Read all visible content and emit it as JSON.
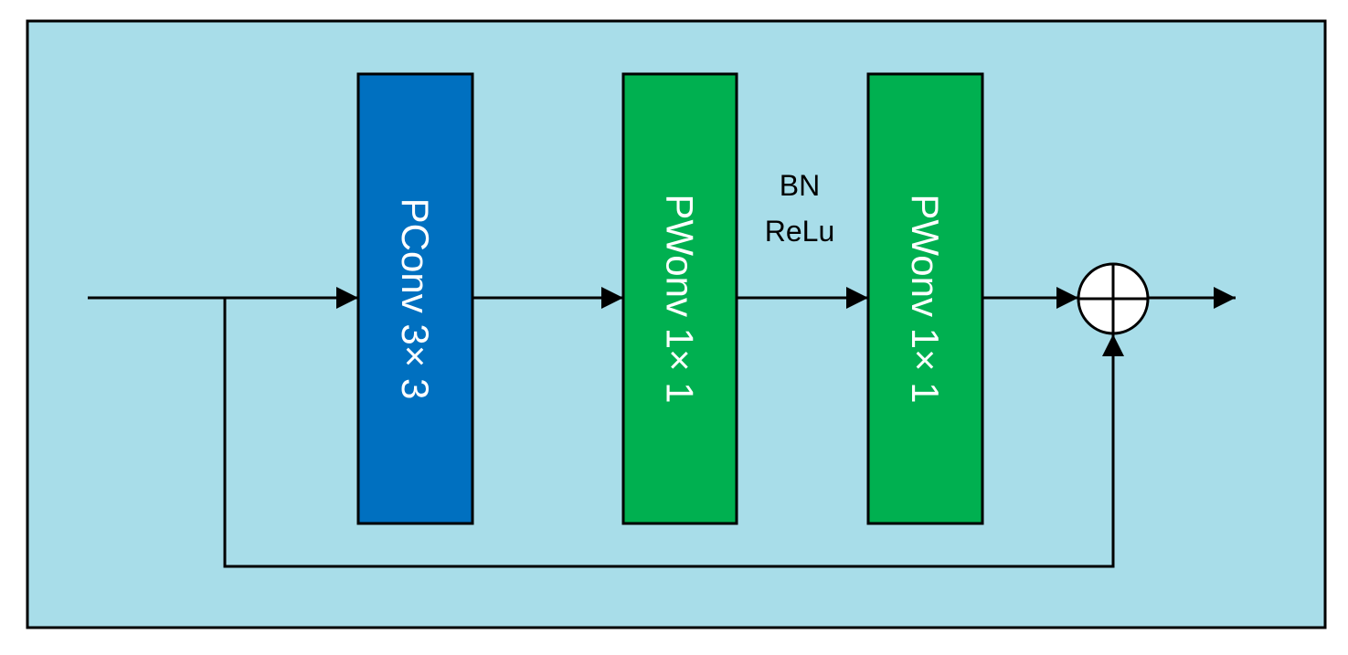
{
  "colors": {
    "background": "#a8dde9",
    "border": "#000000",
    "pconv": "#0070c0",
    "pwconv": "#00b050",
    "line": "#000000",
    "sum_fill": "#ffffff"
  },
  "blocks": [
    {
      "id": "pconv",
      "label": "PConv 3× 3",
      "color_key": "pconv"
    },
    {
      "id": "pwconv-1",
      "label": "PWonv 1× 1",
      "color_key": "pwconv"
    },
    {
      "id": "pwconv-2",
      "label": "PWonv 1× 1",
      "color_key": "pwconv"
    }
  ],
  "annotation": {
    "line1": "BN",
    "line2": "ReLu"
  },
  "sum_icon": "circle-plus-icon"
}
